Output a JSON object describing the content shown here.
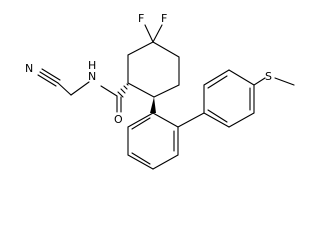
{
  "molecule": {
    "atoms": {
      "F1": "F",
      "F2": "F",
      "N_nitrile": "N",
      "N_amide": "N",
      "H_amide": "H",
      "O": "O",
      "S": "S"
    },
    "colors": {
      "ink": "#000000",
      "background": "#ffffff"
    }
  }
}
